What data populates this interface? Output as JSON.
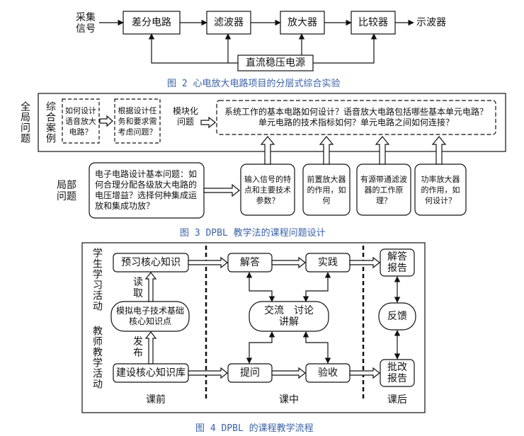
{
  "fig2": {
    "input": "采集\n信号",
    "blocks": [
      "差分电路",
      "滤波器",
      "放大器",
      "比较器"
    ],
    "output": "示波器",
    "power": "直流稳压电源",
    "caption": "图 2 心电放大电路项目的分层式综合实验"
  },
  "fig3": {
    "global_label": "全局问题",
    "case_label": "综合案例",
    "case_q": "如何设计语音放大电路？",
    "req_q": "根据设计任务和要求需考虑问题？",
    "module_label": "模块化\n问题",
    "system_q": "系统工作的基本电路如何设计？语音放大电路包括哪些基本单元电路？单元电路的技术指标如何？单元电路之间如何连接？",
    "local_label": "局部\n问题",
    "basic_q": "电子电路设计基本问题：如何合理分配各级放大电路的电压增益？选择何种集成运放和集成功放？",
    "sub_q": [
      "输入信号的特点和主要技术参数？",
      "前置放大器的作用，如何",
      "有源带通滤波器的工作原理？",
      "功率放大器的作用，如何设计？"
    ],
    "caption": "图 3 DPBL 教学法的课程问题设计"
  },
  "fig4": {
    "student_label": "学生学习活动",
    "teacher_label": "教师教学活动",
    "preview": "预习核心知识",
    "read": "读\n取",
    "simulate": "模拟电子技术基础核心知识点",
    "publish": "发\n布",
    "build": "建设核心知识库",
    "answer": "解答",
    "practice": "实践",
    "exchange": "交流　讨论\n讲解",
    "ask": "提问",
    "check": "验收",
    "answer_report": "解答\n报告",
    "feedback": "反馈",
    "grade_report": "批改\n报告",
    "before": "课前",
    "during": "课中",
    "after": "课后",
    "caption": "图 4 DPBL 的课程教学流程"
  }
}
